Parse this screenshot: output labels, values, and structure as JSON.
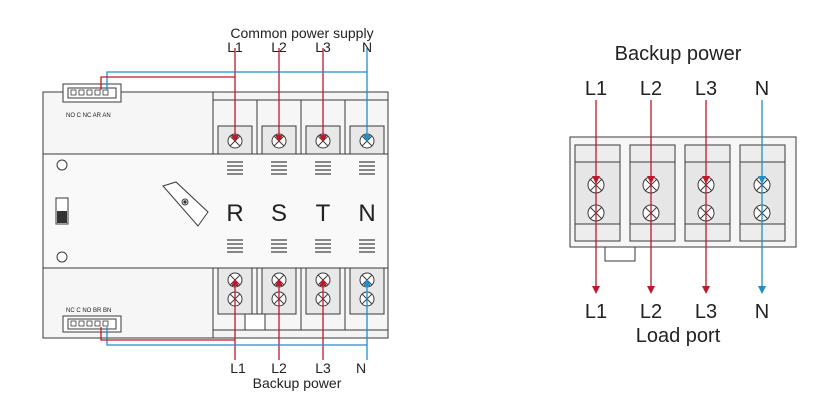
{
  "left_diagram": {
    "top_title": "Common power supply",
    "top_terminals": [
      "L1",
      "L2",
      "L3",
      "N"
    ],
    "phase_labels": [
      "R",
      "S",
      "T",
      "N"
    ],
    "aux_top_label": "NO C NC AR AN",
    "aux_bottom_label": "NC C NO BR BN",
    "bottom_terminals": [
      "L1",
      "L2",
      "L3",
      "N"
    ],
    "bottom_title": "Backup power"
  },
  "right_diagram": {
    "top_title": "Backup power",
    "top_terminals": [
      "L1",
      "L2",
      "L3",
      "N"
    ],
    "bottom_terminals": [
      "L1",
      "L2",
      "L3",
      "N"
    ],
    "bottom_title": "Load port"
  },
  "colors": {
    "phase_wire": "#c0182a",
    "neutral_wire": "#1e8fc8",
    "outline": "#3a3a3a",
    "panel_fill": "#f6f6f6",
    "terminal_fill": "#e8e8e8"
  }
}
